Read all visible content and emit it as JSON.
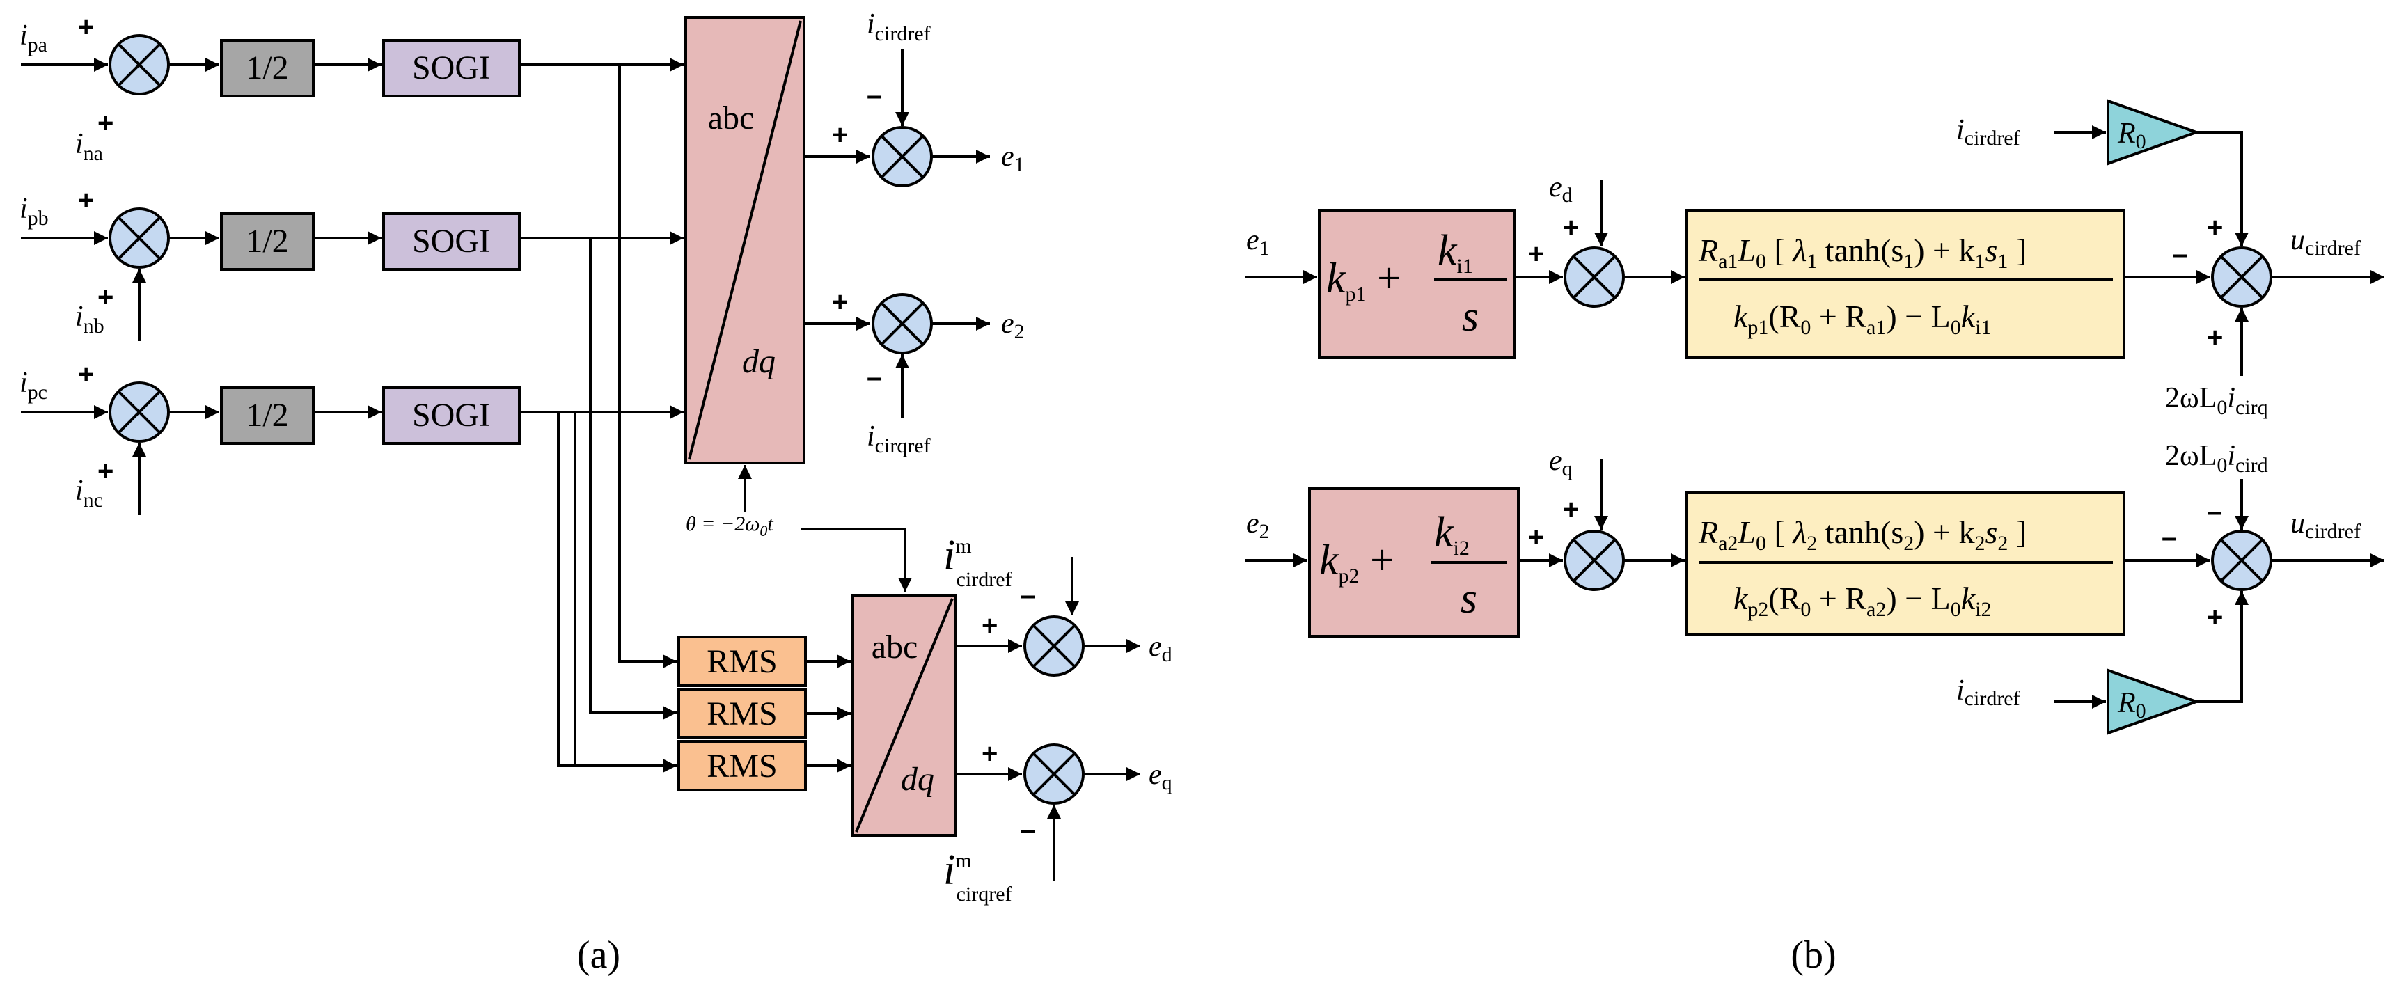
{
  "colors": {
    "sum_fill": "#c5d9f1",
    "gain_fill": "#a6a6a6",
    "sogi_fill": "#ccc0da",
    "transform_fill": "#e6b9b8",
    "rms_fill": "#fac090",
    "formula_fill": "#fdeec1",
    "r0_fill": "#8ed3da"
  },
  "icons": [
    "summing-junction-icon",
    "gain-triangle-icon",
    "arrow-icon"
  ],
  "panel_a": {
    "caption": "(a)",
    "rows": [
      {
        "inp_main": "i",
        "inp_main_sub": "pa",
        "inp_second": "i",
        "inp_second_sub": "na",
        "gain": "1/2",
        "filter": "SOGI"
      },
      {
        "inp_main": "i",
        "inp_main_sub": "pb",
        "inp_second": "i",
        "inp_second_sub": "nb",
        "gain": "1/2",
        "filter": "SOGI"
      },
      {
        "inp_main": "i",
        "inp_main_sub": "pc",
        "inp_second": "i",
        "inp_second_sub": "nc",
        "gain": "1/2",
        "filter": "SOGI"
      }
    ],
    "transform_top": "abc",
    "transform_bottom": "dq",
    "theta": "θ = −2ω",
    "theta_sub": "0",
    "theta_t": "t",
    "ref_d": {
      "main": "i",
      "sub": "cirdref"
    },
    "ref_q": {
      "main": "i",
      "sub": "cirqref"
    },
    "out1": {
      "main": "e",
      "sub": "1"
    },
    "out2": {
      "main": "e",
      "sub": "2"
    },
    "rms_label": "RMS",
    "transform2_top": "abc",
    "transform2_bottom": "dq",
    "mref_d": {
      "main": "i",
      "sup": "m",
      "sub": "cirdref"
    },
    "mref_q": {
      "main": "i",
      "sup": "m",
      "sub": "cirqref"
    },
    "out_d": {
      "main": "e",
      "sub": "d"
    },
    "out_q": {
      "main": "e",
      "sub": "q"
    }
  },
  "panel_b": {
    "caption": "(b)",
    "top": {
      "input": {
        "main": "e",
        "sub": "1"
      },
      "pi": {
        "kp": "k",
        "kp_sub": "p1",
        "ki": "k",
        "ki_sub": "i1",
        "s": "s"
      },
      "feed": {
        "main": "e",
        "sub": "d"
      },
      "num": {
        "Ra": "R",
        "Ra_sub": "a1",
        "L": "L",
        "L_sub": "0",
        "lam": "λ",
        "lam_sub": "1",
        "tanh": "tanh(s",
        "s_sub": "1",
        "plus_k": ") + k",
        "k_sub": "1",
        "s2": "s",
        "s2_sub": "1"
      },
      "den": {
        "kp": "k",
        "kp_sub": "p1",
        "open": "(R",
        "R0_sub": "0",
        "plus": " + R",
        "Ra_sub": "a1",
        "close": ") − L",
        "L_sub": "0",
        "k": "k",
        "k_sub": "i1"
      },
      "ref": {
        "main": "i",
        "sub": "cirdref"
      },
      "gain": {
        "main": "R",
        "sub": "0"
      },
      "cross": {
        "lead": "2ωL",
        "lead_sub": "0",
        "i": "i",
        "i_sub": "cirq"
      },
      "output": {
        "main": "u",
        "sub": "cirdref"
      }
    },
    "bottom": {
      "input": {
        "main": "e",
        "sub": "2"
      },
      "pi": {
        "kp": "k",
        "kp_sub": "p2",
        "ki": "k",
        "ki_sub": "i2",
        "s": "s"
      },
      "feed": {
        "main": "e",
        "sub": "q"
      },
      "num": {
        "Ra": "R",
        "Ra_sub": "a2",
        "L": "L",
        "L_sub": "0",
        "lam": "λ",
        "lam_sub": "2",
        "tanh": "tanh(s",
        "s_sub": "2",
        "plus_k": ") + k",
        "k_sub": "2",
        "s2": "s",
        "s2_sub": "2"
      },
      "den": {
        "kp": "k",
        "kp_sub": "p2",
        "open": "(R",
        "R0_sub": "0",
        "plus": " + R",
        "Ra_sub": "a2",
        "close": ") − L",
        "L_sub": "0",
        "k": "k",
        "k_sub": "i2"
      },
      "ref": {
        "main": "i",
        "sub": "cirdref"
      },
      "gain": {
        "main": "R",
        "sub": "0"
      },
      "cross": {
        "lead": "2ωL",
        "lead_sub": "0",
        "i": "i",
        "i_sub": "cird"
      },
      "output": {
        "main": "u",
        "sub": "cirdref"
      }
    }
  },
  "signs": {
    "plus": "+",
    "minus": "–"
  }
}
